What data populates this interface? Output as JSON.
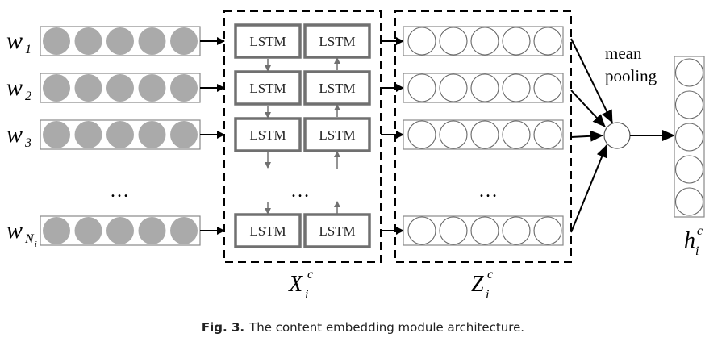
{
  "diagram": {
    "inputs": [
      {
        "var": "w",
        "sub": "1"
      },
      {
        "var": "w",
        "sub": "2"
      },
      {
        "var": "w",
        "sub": "3"
      },
      {
        "var": "w",
        "sub": "N",
        "subsub": "i"
      }
    ],
    "ellipsis": "…",
    "lstm_label": "LSTM",
    "lstm_block_label": {
      "var": "X",
      "sup": "c",
      "sub": "i"
    },
    "z_block_label": {
      "var": "Z",
      "sup": "c",
      "sub": "i"
    },
    "pooling_label_line1": "mean",
    "pooling_label_line2": "pooling",
    "output_label": {
      "var": "h",
      "sup": "c",
      "sub": "i"
    },
    "neurons_per_vector": 5,
    "colors": {
      "input_neuron_fill": "#aaaaaa",
      "lstm_border": "#707070",
      "line": "#000000",
      "vector_border": "#888888"
    }
  },
  "caption": {
    "label": "Fig. 3.",
    "text": "The content embedding module architecture."
  }
}
